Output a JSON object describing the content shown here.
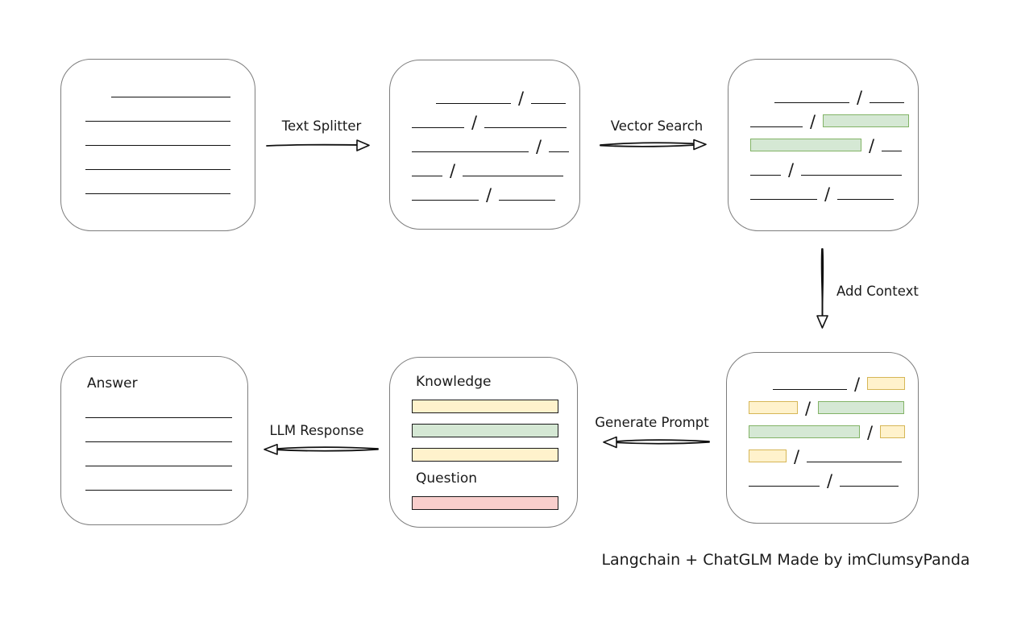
{
  "palette": {
    "text": "#1a1a1a",
    "line": "#111111",
    "box_border": "#7d7d7d",
    "green_fill": "#d5e8d4",
    "green_border": "#82b366",
    "yellow_fill": "#fff2cc",
    "yellow_border": "#d6b656",
    "red_fill": "#f8cecc",
    "red_border": "#b85450"
  },
  "slash": "/",
  "arrows": {
    "text_splitter": {
      "label": "Text Splitter"
    },
    "vector_search": {
      "label": "Vector Search"
    },
    "add_context": {
      "label": "Add Context"
    },
    "generate_prompt": {
      "label": "Generate Prompt"
    },
    "llm_response": {
      "label": "LLM Response"
    }
  },
  "boxes": {
    "document": {
      "lines": [
        {
          "w": 148,
          "ml": 32
        },
        {
          "w": 180
        },
        {
          "w": 180
        },
        {
          "w": 180
        },
        {
          "w": 180
        }
      ]
    },
    "split": {
      "rows": [
        [
          {
            "t": "line",
            "w": 93,
            "ml": 30
          },
          {
            "t": "slash"
          },
          {
            "t": "line",
            "w": 43
          }
        ],
        [
          {
            "t": "line",
            "w": 65
          },
          {
            "t": "slash"
          },
          {
            "t": "line",
            "w": 102
          }
        ],
        [
          {
            "t": "line",
            "w": 145
          },
          {
            "t": "slash"
          },
          {
            "t": "line",
            "w": 25
          }
        ],
        [
          {
            "t": "line",
            "w": 38
          },
          {
            "t": "slash"
          },
          {
            "t": "line",
            "w": 125
          }
        ],
        [
          {
            "t": "line",
            "w": 83
          },
          {
            "t": "slash"
          },
          {
            "t": "line",
            "w": 70
          }
        ]
      ]
    },
    "search": {
      "rows": [
        [
          {
            "t": "line",
            "w": 93,
            "ml": 30
          },
          {
            "t": "slash"
          },
          {
            "t": "line",
            "w": 43
          }
        ],
        [
          {
            "t": "line",
            "w": 65
          },
          {
            "t": "slash"
          },
          {
            "t": "chunk",
            "c": "green",
            "w": 107
          }
        ],
        [
          {
            "t": "chunk",
            "c": "green",
            "w": 138
          },
          {
            "t": "slash"
          },
          {
            "t": "line",
            "w": 25
          }
        ],
        [
          {
            "t": "line",
            "w": 38
          },
          {
            "t": "slash"
          },
          {
            "t": "line",
            "w": 125
          }
        ],
        [
          {
            "t": "line",
            "w": 83
          },
          {
            "t": "slash"
          },
          {
            "t": "line",
            "w": 70
          }
        ]
      ]
    },
    "context": {
      "rows": [
        [
          {
            "t": "line",
            "w": 92,
            "ml": 30
          },
          {
            "t": "slash"
          },
          {
            "t": "chunk",
            "c": "yellow",
            "w": 47
          }
        ],
        [
          {
            "t": "chunk",
            "c": "yellow",
            "w": 61
          },
          {
            "t": "slash"
          },
          {
            "t": "chunk",
            "c": "green",
            "w": 107
          }
        ],
        [
          {
            "t": "chunk",
            "c": "green",
            "w": 138
          },
          {
            "t": "slash"
          },
          {
            "t": "chunk",
            "c": "yellow",
            "w": 31
          }
        ],
        [
          {
            "t": "chunk",
            "c": "yellow",
            "w": 47
          },
          {
            "t": "slash"
          },
          {
            "t": "line",
            "w": 118
          }
        ],
        [
          {
            "t": "line",
            "w": 88
          },
          {
            "t": "slash"
          },
          {
            "t": "line",
            "w": 73
          }
        ]
      ]
    },
    "prompt": {
      "knowledge_label": "Knowledge",
      "question_label": "Question",
      "bars": [
        "yellow",
        "green",
        "yellow"
      ],
      "question_bar": "red"
    },
    "answer": {
      "label": "Answer",
      "lines": [
        {
          "w": 182
        },
        {
          "w": 182
        },
        {
          "w": 182
        },
        {
          "w": 182
        }
      ]
    }
  },
  "caption": "Langchain + ChatGLM Made by imClumsyPanda"
}
